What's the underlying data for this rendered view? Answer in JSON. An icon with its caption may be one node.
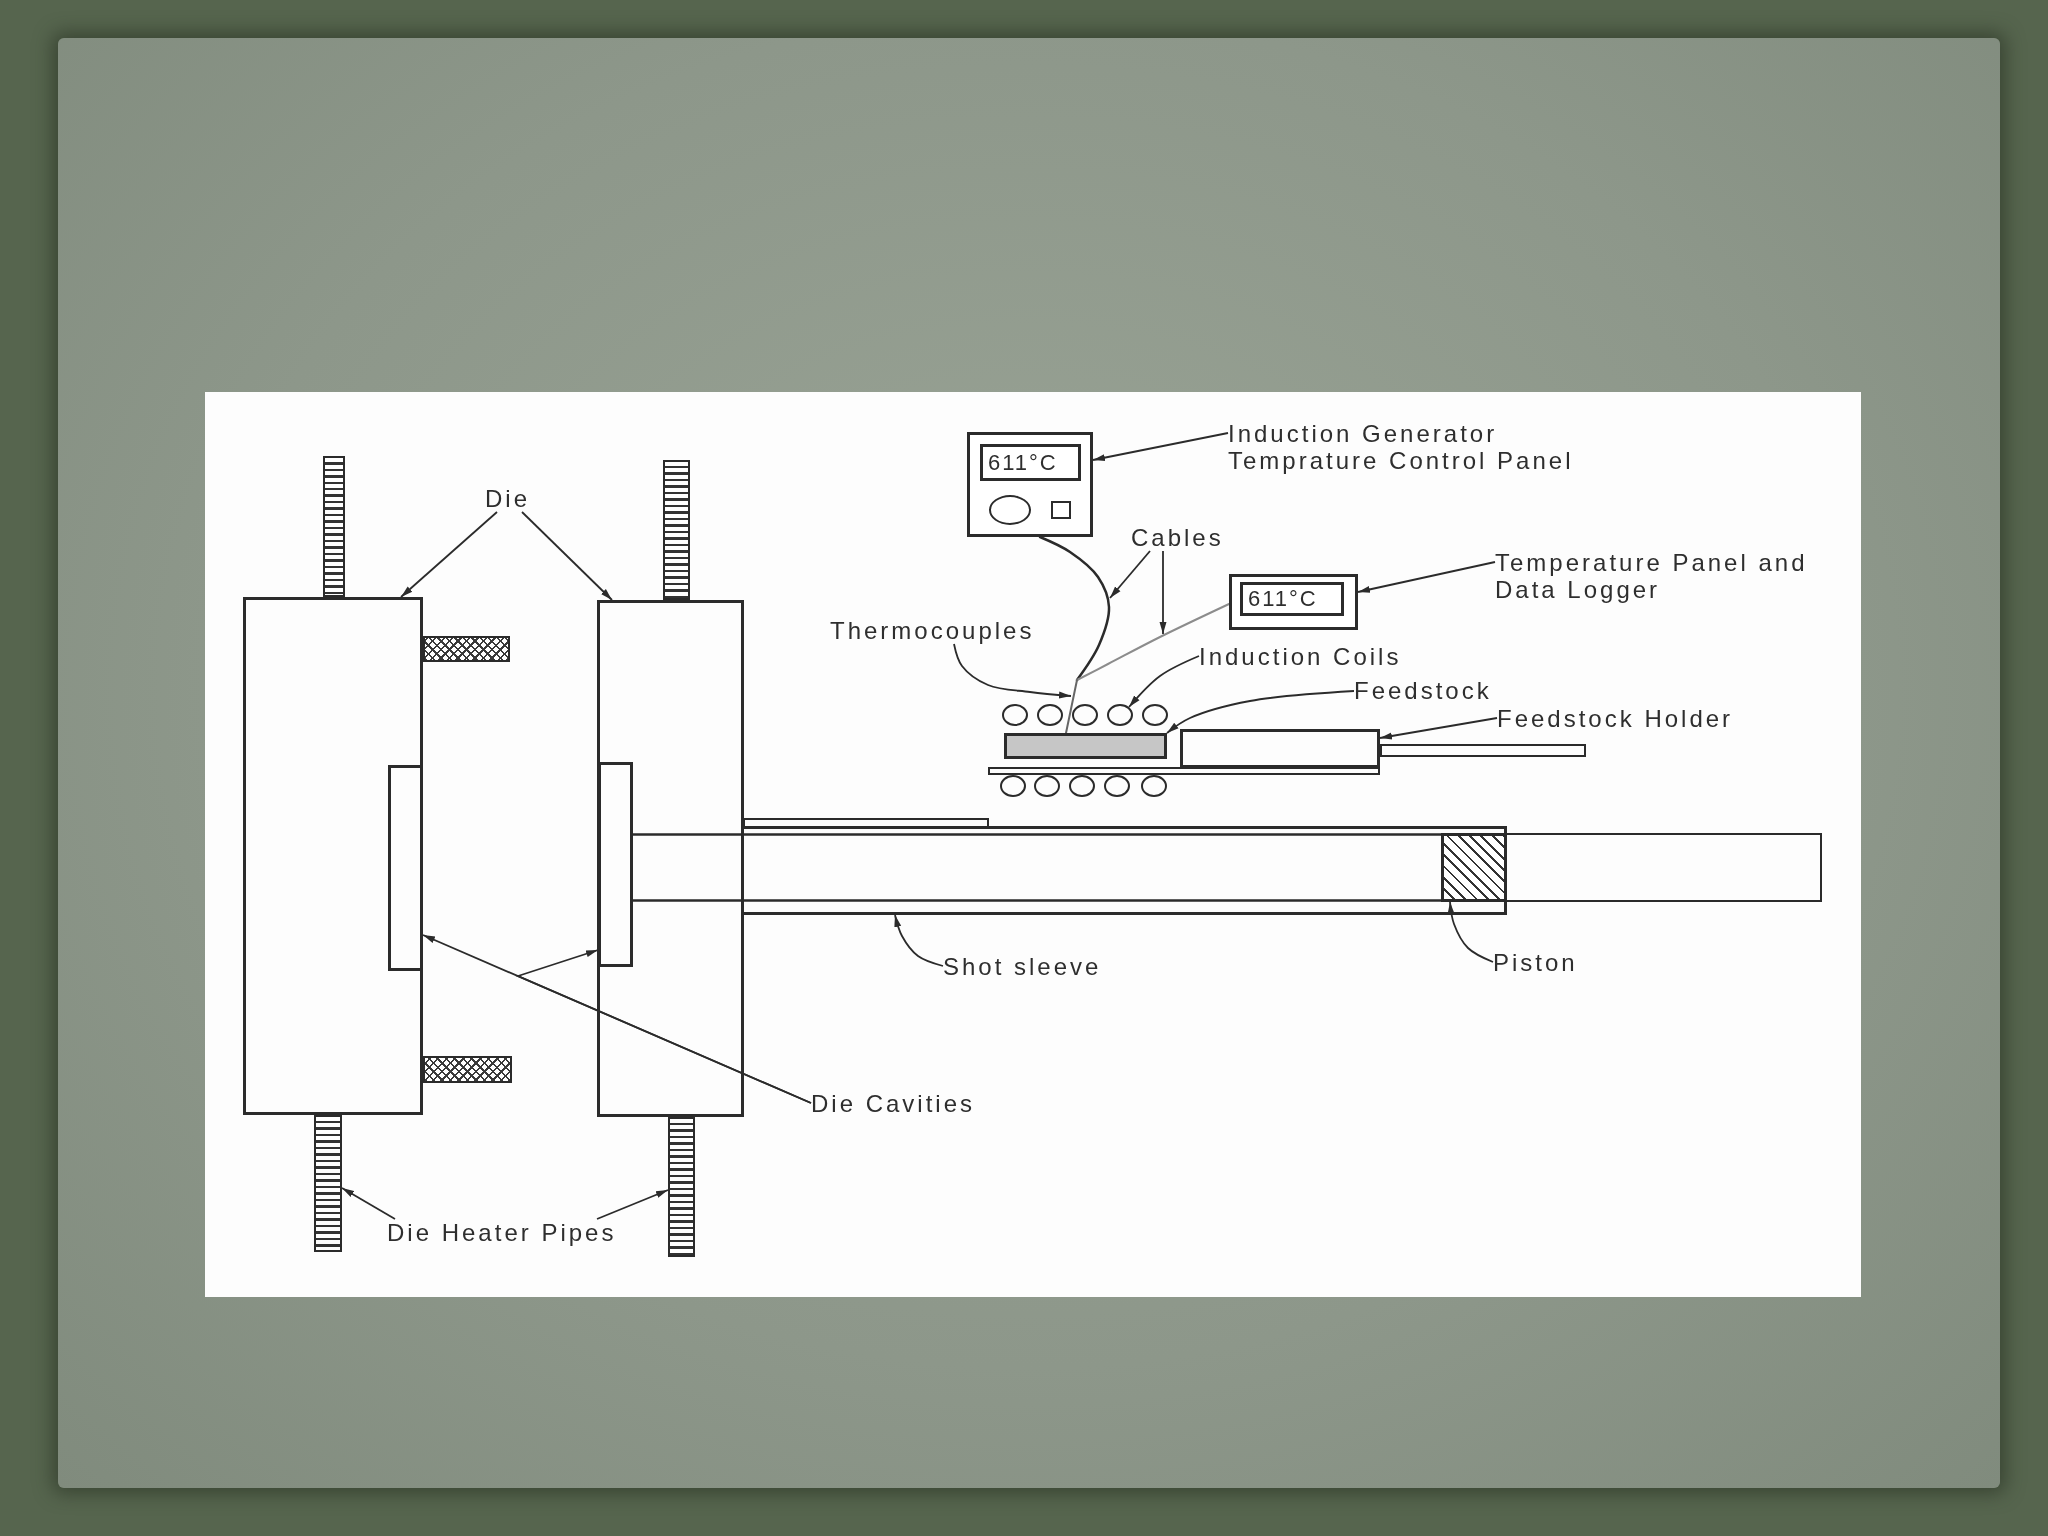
{
  "diagram": {
    "nodes": [
      {
        "text": [
          "Die"
        ]
      },
      {
        "text": [],
        "shape": "bar"
      },
      {
        "text": [],
        "shape": "bar"
      },
      {
        "text": [],
        "shape": "box"
      },
      {
        "text": [],
        "shape": "box",
        "in": 3
      },
      {
        "text": [],
        "shape": "box"
      },
      {
        "text": [],
        "shape": "box"
      },
      {
        "text": [],
        "shape": "box"
      },
      {
        "text": [],
        "shape": "box",
        "in": 7
      },
      {
        "text": [
          "611°C"
        ]
      },
      {
        "text": [
          "Induction Generator Temprature Control Panel"
        ]
      },
      {
        "text": [
          "Cables"
        ]
      },
      {
        "text": [],
        "shape": "line"
      },
      {
        "text": [],
        "shape": "line"
      },
      {
        "text": [
          "611°C"
        ]
      },
      {
        "text": [
          "Temperature Panel and Data Logger"
        ]
      },
      {
        "text": [
          "Thermocouples"
        ]
      },
      {
        "text": [],
        "shape": "line"
      },
      {
        "text": [
          "Induction Coils"
        ]
      },
      {
        "text": [],
        "shape": "circle"
      },
      {
        "text": [],
        "shape": "circle"
      },
      {
        "text": [],
        "shape": "circle"
      },
      {
        "text": [],
        "shape": "circle"
      },
      {
        "text": [],
        "shape": "circle"
      },
      {
        "text": [
          "Feedstock"
        ]
      },
      {
        "text": [],
        "shape": "box"
      },
      {
        "text": [
          "Feedstock Holder"
        ]
      },
      {
        "text": [],
        "shape": "box"
      },
      {
        "text": [],
        "shape": "bar"
      },
      {
        "text": [],
        "shape": "bar"
      },
      {
        "text": [],
        "shape": "circle"
      },
      {
        "text": [],
        "shape": "circle"
      },
      {
        "text": [],
        "shape": "circle"
      },
      {
        "text": [],
        "shape": "circle"
      },
      {
        "text": [],
        "shape": "circle"
      },
      {
        "text": [],
        "shape": "bar"
      },
      {
        "text": [],
        "shape": "box"
      },
      {
        "text": [],
        "shape": "box",
        "in": 36
      },
      {
        "text": [],
        "shape": "box"
      },
      {
        "text": [
          "Shot sleeve"
        ]
      },
      {
        "text": [
          "Piston"
        ]
      },
      {
        "text": [
          "Die Cavities"
        ]
      },
      {
        "text": [],
        "shape": "bar"
      },
      {
        "text": [],
        "shape": "bar"
      },
      {
        "text": [
          "Die Heater Pipes"
        ]
      }
    ],
    "edges": [
      {
        "from": 0,
        "to": 3,
        "arrow": "to"
      },
      {
        "from": 0,
        "to": 7,
        "arrow": "to"
      },
      {
        "from": 10,
        "to": 9,
        "arrow": "to"
      },
      {
        "from": 11,
        "to": 12,
        "arrow": "to"
      },
      {
        "from": 11,
        "to": 13,
        "arrow": "to"
      },
      {
        "from": 15,
        "to": 14,
        "arrow": "to"
      },
      {
        "from": 16,
        "to": 17,
        "arrow": "to"
      },
      {
        "from": 18,
        "to": 22,
        "arrow": "to"
      },
      {
        "from": 24,
        "to": 25,
        "arrow": "to"
      },
      {
        "from": 26,
        "to": 27,
        "arrow": "to"
      },
      {
        "from": 39,
        "to": 36,
        "arrow": "to"
      },
      {
        "from": 40,
        "to": 37,
        "arrow": "to"
      },
      {
        "from": 41,
        "to": 4,
        "arrow": "to"
      },
      {
        "from": 41,
        "to": 8,
        "arrow": "to"
      },
      {
        "from": 44,
        "to": 42,
        "arrow": "to"
      },
      {
        "from": 44,
        "to": 43,
        "arrow": "to"
      }
    ]
  }
}
